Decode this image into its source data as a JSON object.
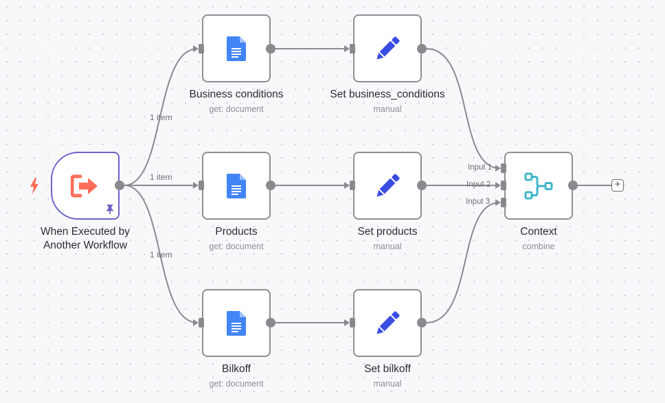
{
  "colors": {
    "trigger_border": "#6c63c8",
    "trigger_icon": "#ff6d5a",
    "bolt": "#ff6d5a",
    "pin": "#6c63c8",
    "docs_blue": "#4285f4",
    "pencil": "#3b4ce2",
    "merge": "#3fb6c9",
    "edge": "#8a8a8e"
  },
  "trigger": {
    "title_line1": "When Executed by",
    "title_line2": "Another Workflow",
    "icon": "exit-arrow-icon",
    "pinned": true
  },
  "docs_nodes": [
    {
      "id": "business",
      "title": "Business conditions",
      "subtitle": "get: document",
      "icon": "google-docs-icon"
    },
    {
      "id": "products",
      "title": "Products",
      "subtitle": "get: document",
      "icon": "google-docs-icon"
    },
    {
      "id": "bilkoff",
      "title": "Bilkoff",
      "subtitle": "get: document",
      "icon": "google-docs-icon"
    }
  ],
  "set_nodes": [
    {
      "id": "set-business",
      "title": "Set business_conditions",
      "subtitle": "manual",
      "icon": "pencil-icon"
    },
    {
      "id": "set-products",
      "title": "Set products",
      "subtitle": "manual",
      "icon": "pencil-icon"
    },
    {
      "id": "set-bilkoff",
      "title": "Set bilkoff",
      "subtitle": "manual",
      "icon": "pencil-icon"
    }
  ],
  "merge": {
    "title": "Context",
    "subtitle": "combine",
    "icon": "merge-icon",
    "inputs": [
      "Input 1",
      "Input 2",
      "Input 3"
    ]
  },
  "edge_labels": [
    "1 item",
    "1 item",
    "1 item"
  ],
  "add_button": "+"
}
